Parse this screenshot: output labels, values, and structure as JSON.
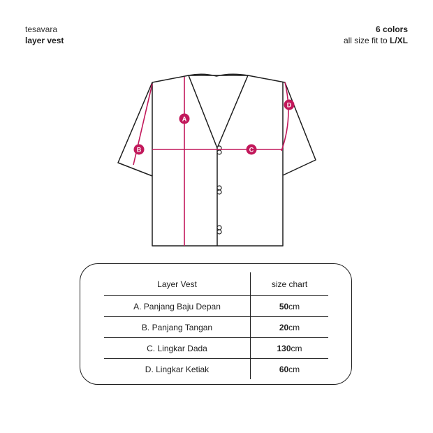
{
  "header": {
    "brand": "tesavara",
    "product": "layer vest",
    "colors": "6 colors",
    "fit_prefix": "all size fit to ",
    "fit_size": "L/XL"
  },
  "markers": {
    "a": "A",
    "b": "B",
    "c": "C",
    "d": "D"
  },
  "colors": {
    "accent": "#c2185b",
    "outline": "#1e1e1e"
  },
  "table": {
    "col_item": "Layer Vest",
    "col_size": "size chart",
    "unit": "cm",
    "rows": [
      {
        "label": "A. Panjang Baju Depan",
        "value": "50"
      },
      {
        "label": "B. Panjang Tangan",
        "value": "20"
      },
      {
        "label": "C. Lingkar Dada",
        "value": "130"
      },
      {
        "label": "D. Lingkar Ketiak",
        "value": "60"
      }
    ]
  }
}
